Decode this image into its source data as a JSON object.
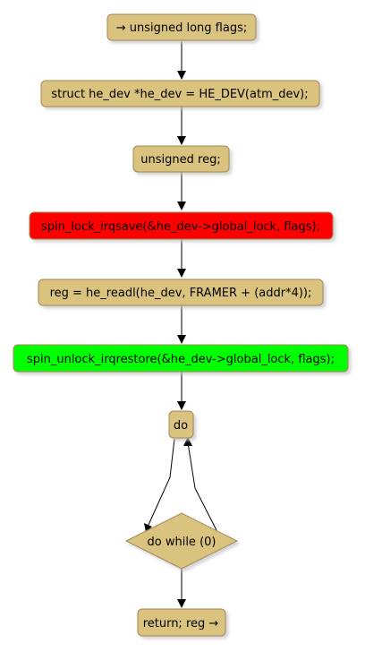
{
  "diagram": {
    "type": "flowchart",
    "colors": {
      "default_fill": "#d9c37f",
      "border": "#a2875a",
      "lock_fill": "#ff0000",
      "unlock_fill": "#00ff00",
      "edge": "#000000",
      "background": "#ffffff"
    },
    "nodes": [
      {
        "id": "n1",
        "label": "→ unsigned long flags;"
      },
      {
        "id": "n2",
        "label": "struct he_dev *he_dev = HE_DEV(atm_dev);"
      },
      {
        "id": "n3",
        "label": "unsigned reg;"
      },
      {
        "id": "n4",
        "label": "spin_lock_irqsave(&he_dev->global_lock, flags);"
      },
      {
        "id": "n5",
        "label": "reg = he_readl(he_dev, FRAMER + (addr*4));"
      },
      {
        "id": "n6",
        "label": "spin_unlock_irqrestore(&he_dev->global_lock, flags);"
      },
      {
        "id": "n7",
        "label": "do"
      },
      {
        "id": "n8",
        "label": "do while (0)"
      },
      {
        "id": "n9",
        "label": "return; reg →"
      }
    ]
  }
}
